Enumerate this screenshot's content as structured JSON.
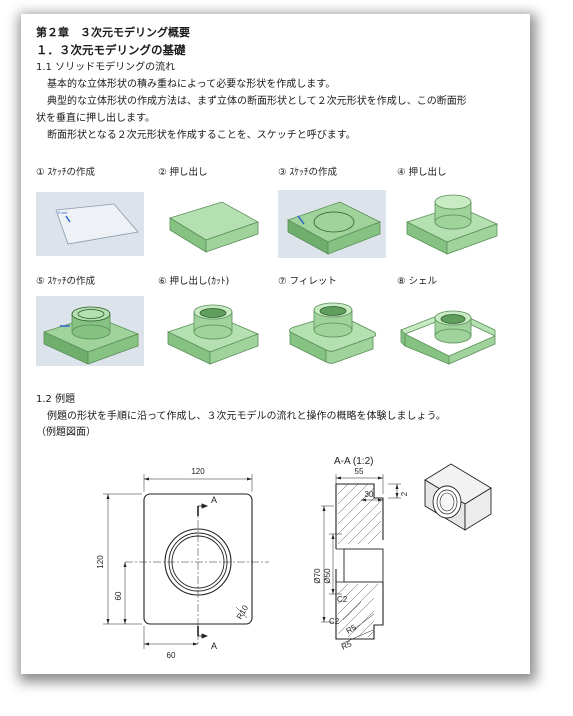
{
  "chapter": {
    "title": "第２章　３次元モデリング概要",
    "section": "１．３次元モデリングの基礎"
  },
  "sec11": {
    "title": "1.1 ソリッドモデリングの流れ",
    "p1": "基本的な立体形状の積み重ねによって必要な形状を作成します。",
    "p2a": "典型的な立体形状の作成方法は、まず立体の断面形状として２次元形状を作成し、この断面形",
    "p2b": "状を垂直に押し出します。",
    "p3": "断面形状となる２次元形状を作成することを、スケッチと呼びます。"
  },
  "steps": [
    {
      "label": "① ｽｹｯﾁの作成"
    },
    {
      "label": "② 押し出し"
    },
    {
      "label": "③ ｽｹｯﾁの作成"
    },
    {
      "label": "④ 押し出し"
    },
    {
      "label": "⑤ ｽｹｯﾁの作成"
    },
    {
      "label": "⑥ 押し出し(ｶｯﾄ)"
    },
    {
      "label": "⑦ フィレット"
    },
    {
      "label": "⑧ シェル"
    }
  ],
  "sec12": {
    "title": "1.2 例題",
    "p1": "例題の形状を手順に沿って作成し、３次元モデルの流れと操作の概略を体験しましょう。",
    "p2": "（例題図面）"
  },
  "drawing": {
    "dim_width": "120",
    "dim_height": "120",
    "dim_60_side": "60",
    "dim_60_bottom": "60",
    "section_label_top": "A",
    "section_label_bottom": "A",
    "radius": "R10",
    "section_title": "A-A (1:2)",
    "dim_55": "55",
    "dim_30": "30",
    "dim_2": "2",
    "dia70": "Ø70",
    "dia50": "Ø50",
    "c2a": "C2",
    "c2b": "C2",
    "r5a": "R5",
    "r5b": "R5"
  },
  "colors": {
    "model_green": "#9fd39b",
    "model_dark": "#6fae6c",
    "model_light": "#c8ebc4",
    "viewport_bg": "#dde3ea",
    "line": "#222222"
  }
}
